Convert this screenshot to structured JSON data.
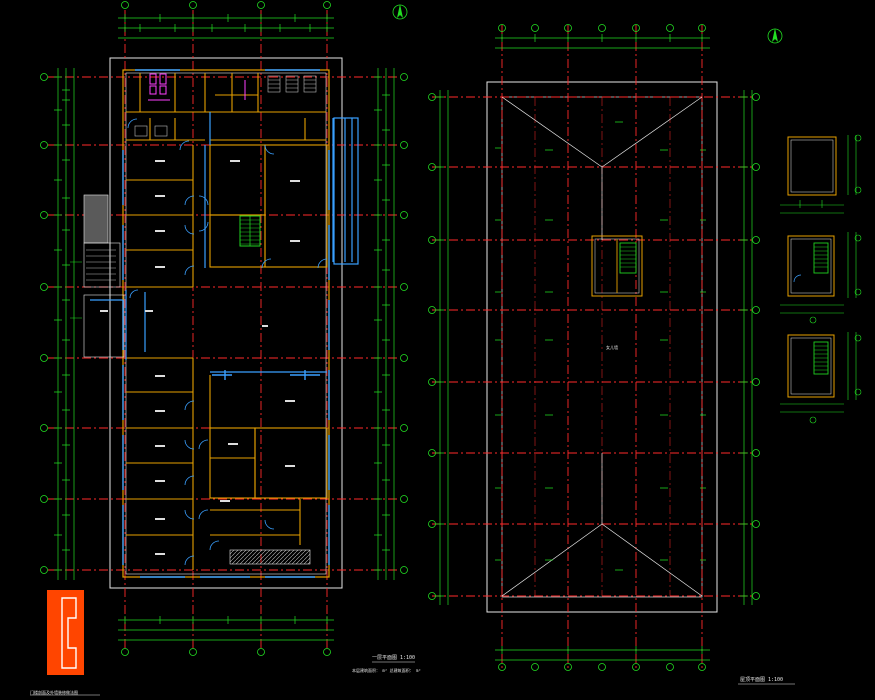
{
  "colors": {
    "background": "#000000",
    "axis": "#ff2a2a",
    "dimension": "#22dd22",
    "wall": "#e6a000",
    "window": "#3aa0ff",
    "outline": "#e6e6e6",
    "stair": "#20d020",
    "fixture": "#ff40ff",
    "stamp_fill": "#ff4500"
  },
  "icons": [
    "north-arrow-icon",
    "north-arrow-icon",
    "stair-icon",
    "fixture-icon"
  ],
  "sheet": {
    "plan_title": "一层平面图  1:100",
    "plan_note": "本层建筑面积：    m²  总建筑面积：    m²",
    "roof_title": "屋顶平面图  1:100",
    "roof_center": "女儿墙",
    "stamp_caption": "门楼剖面及外墙装修做法图"
  }
}
